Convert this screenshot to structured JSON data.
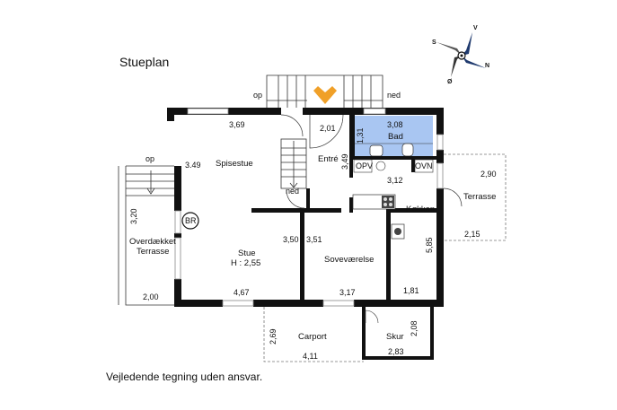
{
  "title": "Stueplan",
  "footer": "Vejledende tegning uden ansvar.",
  "compass": {
    "north": "N",
    "south": "S",
    "east": "Ø",
    "west": "V"
  },
  "rooms": {
    "spisestue": "Spisestue",
    "entre": "Entré",
    "bad": "Bad",
    "opv": "OPV",
    "ovn": "OVN",
    "kokken": "Køkken",
    "stue": "Stue",
    "stue_height": "H : 2,55",
    "sovevaerelse": "Soveværelse",
    "br": "BR",
    "overdaekket_1": "Overdækket",
    "overdaekket_2": "Terrasse",
    "terrasse": "Terrasse",
    "carport": "Carport",
    "skur": "Skur"
  },
  "stairs": {
    "op_top": "op",
    "ned_top": "ned",
    "op_left": "op",
    "ned_inner": "ned"
  },
  "dimensions": {
    "spisestue_width": "3,69",
    "spisestue_depth": "3.49",
    "entre_width": "2,01",
    "entre_depth": "3,49",
    "bad_width": "3,08",
    "bad_depth": "1,31",
    "kitchen_width": "3,12",
    "kitchen_depth": "5,85",
    "terrace_right_depth": "2,90",
    "terrace_right_width": "2,15",
    "overdaekket_depth": "3,20",
    "overdaekket_width": "2,00",
    "stue_depth": "3,50",
    "sove_depth": "3,51",
    "stue_width": "4,67",
    "sove_width": "3,17",
    "room_right_width": "1,81",
    "carport_depth": "2,69",
    "carport_width": "4,11",
    "skur_depth": "2,08",
    "skur_width": "2,83"
  }
}
